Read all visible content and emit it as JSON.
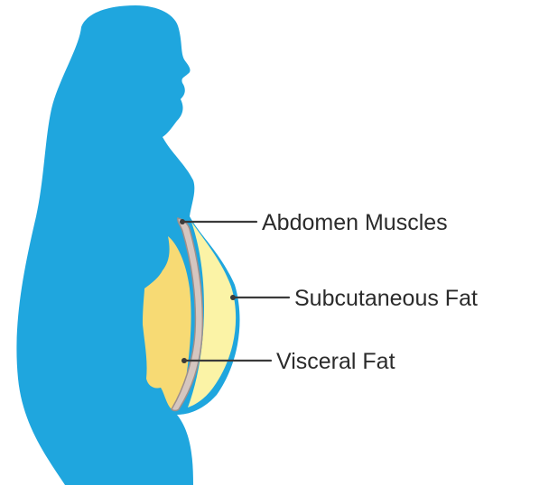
{
  "labels": {
    "abdomen_muscles": "Abdomen Muscles",
    "subcutaneous_fat": "Subcutaneous Fat",
    "visceral_fat": "Visceral Fat"
  },
  "colors": {
    "body": "#1fa6de",
    "subcutaneous_fat": "#fbf3a6",
    "visceral_fat": "#f7da74",
    "muscle": "#d5c6c0",
    "muscle_outline": "#9e8f8a",
    "leader_line": "#3a3a3a",
    "text": "#2b2b2b"
  }
}
